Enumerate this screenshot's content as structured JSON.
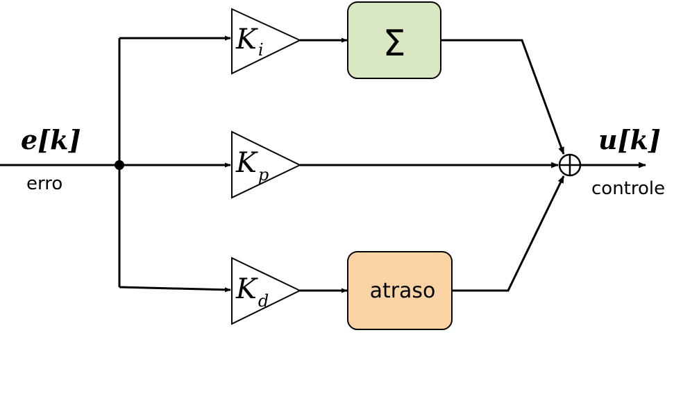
{
  "input": {
    "signal": "e[k]",
    "label": "erro"
  },
  "output": {
    "signal": "u[k]",
    "label": "controle"
  },
  "gains": {
    "integral": {
      "symbol": "K",
      "subscript": "i"
    },
    "proportional": {
      "symbol": "K",
      "subscript": "p"
    },
    "derivative": {
      "symbol": "K",
      "subscript": "d"
    }
  },
  "blocks": {
    "summation": {
      "symbol": "Σ",
      "color": "#d9e7c3"
    },
    "delay": {
      "label": "atraso",
      "color": "#f9d3a3"
    }
  },
  "sum_junction": {
    "symbol": "+"
  }
}
